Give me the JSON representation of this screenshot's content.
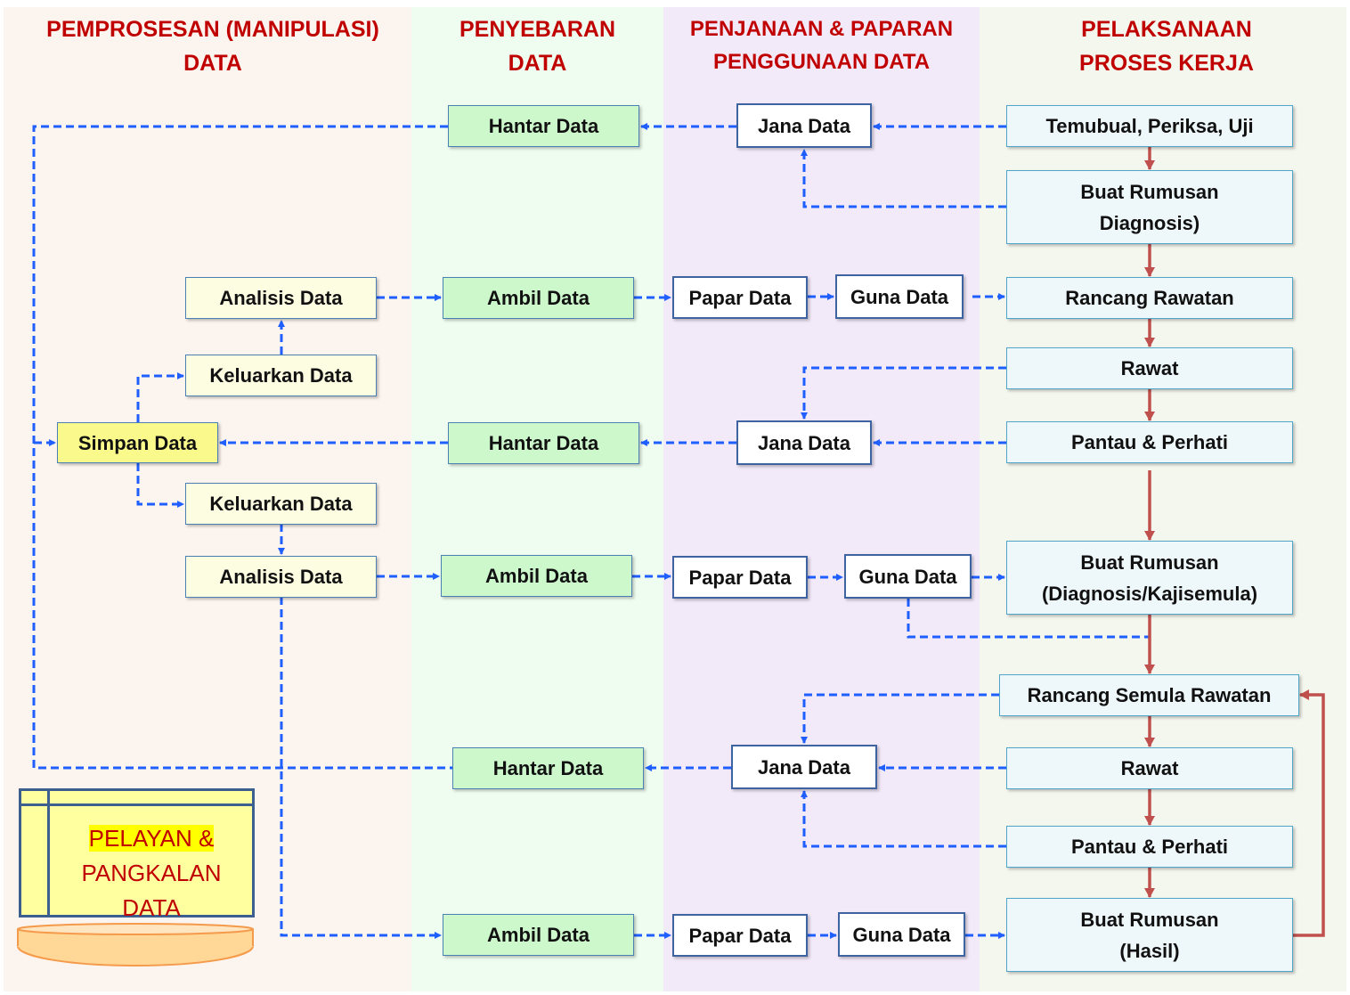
{
  "headers": {
    "col1": [
      "PEMPROSESAN (MANIPULASI)",
      "DATA"
    ],
    "col2": [
      "PENYEBARAN",
      "DATA"
    ],
    "col3": [
      "PENJANAAN & PAPARAN",
      "PENGGUNAAN  DATA"
    ],
    "col4": [
      "PELAKSANAAN",
      "PROSES KERJA"
    ]
  },
  "process": {
    "temubual": "Temubual, Periksa, Uji",
    "buat1": [
      "Buat Rumusan",
      "Diagnosis)"
    ],
    "rancang": "Rancang Rawatan",
    "rawat1": "Rawat",
    "pantau1": "Pantau & Perhati",
    "buat2": [
      "Buat Rumusan",
      "(Diagnosis/Kajisemula)"
    ],
    "rancang_semula": "Rancang Semula Rawatan",
    "rawat2": "Rawat",
    "pantau2": "Pantau & Perhati",
    "buat3": [
      "Buat Rumusan",
      "(Hasil)"
    ]
  },
  "labels": {
    "hantar": "Hantar Data",
    "ambil": "Ambil Data",
    "jana": "Jana Data",
    "papar": "Papar Data",
    "guna": "Guna Data",
    "analisis": "Analisis Data",
    "keluarkan": "Keluarkan Data",
    "simpan": "Simpan Data"
  },
  "database": {
    "line1": "PELAYAN &",
    "line2": "PANGKALAN",
    "line3": "DATA"
  },
  "colors": {
    "flow_blue": "#1f5fff",
    "flow_red": "#c0504d",
    "header_red": "#c00000"
  }
}
